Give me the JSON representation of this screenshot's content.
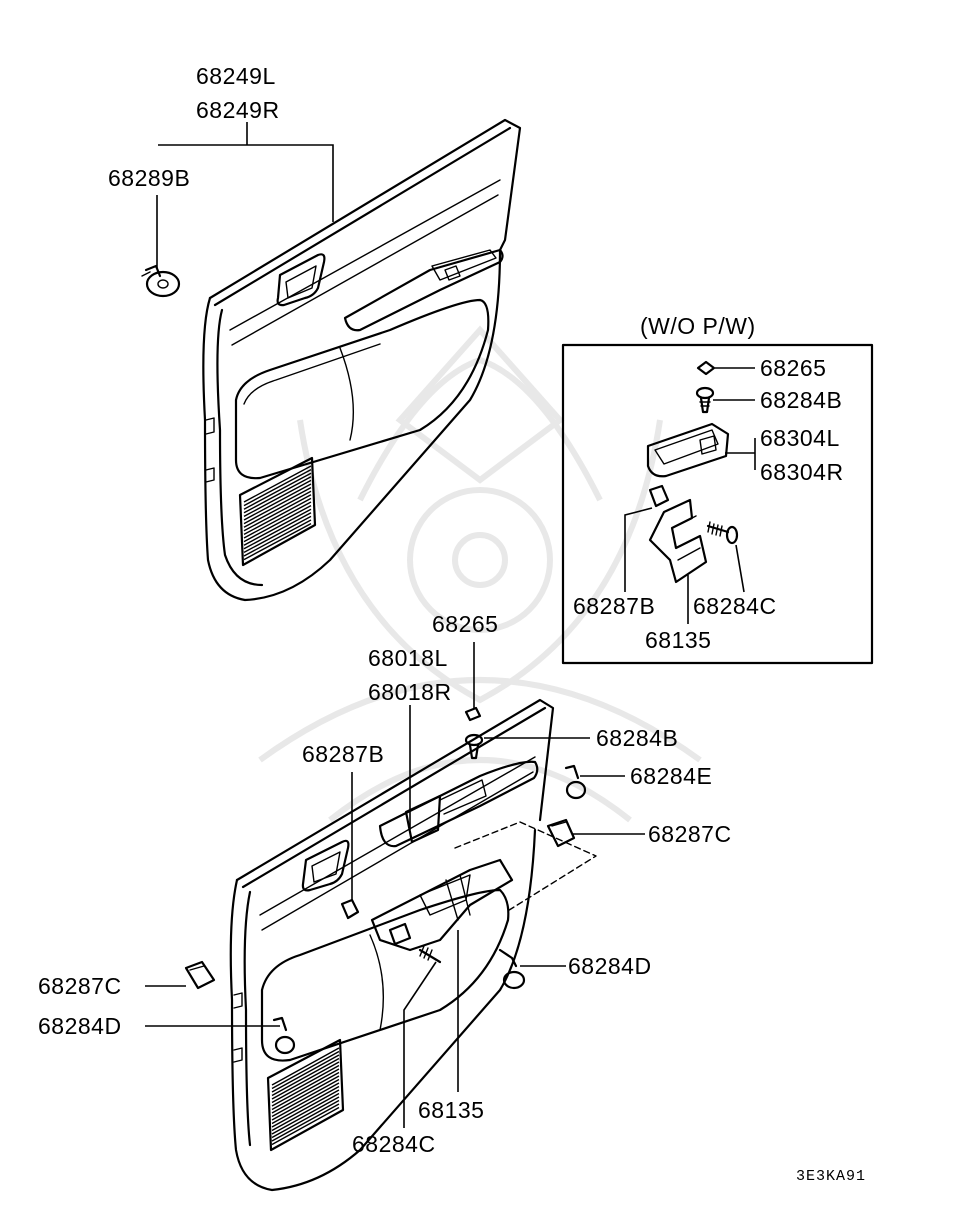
{
  "diagram": {
    "option_box_title": "(W/O  P/W)",
    "diagram_code": "3E3KA91",
    "upper_panel": {
      "labels": {
        "trim_left": "68249L",
        "trim_right": "68249R",
        "clip": "68289B"
      }
    },
    "option_box": {
      "labels": {
        "cap": "68265",
        "screw_b": "68284B",
        "handle_left": "68304L",
        "handle_right": "68304R",
        "clip_b": "68287B",
        "screw_c": "68284C",
        "bracket": "68135"
      }
    },
    "lower_panel": {
      "labels": {
        "cap": "68265",
        "switch_left": "68018L",
        "switch_right": "68018R",
        "screw_b": "68284B",
        "screw_e": "68284E",
        "clip_b": "68287B",
        "clip_c_right": "68287C",
        "clip_c_left": "68287C",
        "screw_d_right": "68284D",
        "screw_d_left": "68284D",
        "bracket": "68135",
        "screw_c": "68284C"
      }
    }
  }
}
